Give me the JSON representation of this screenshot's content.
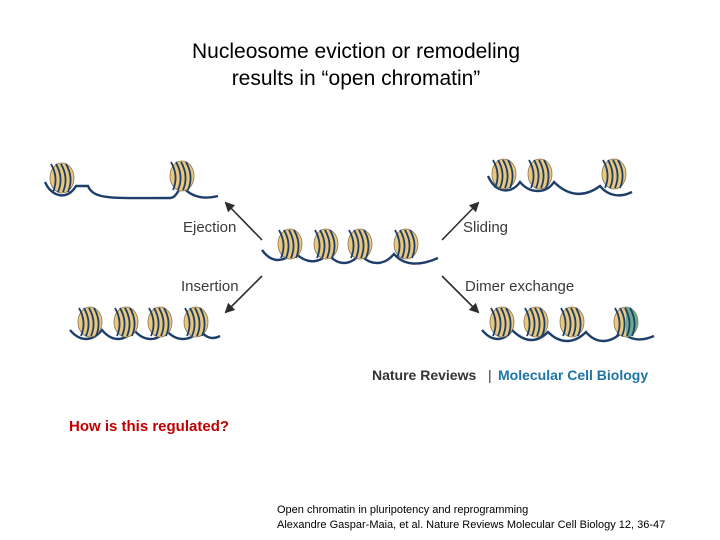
{
  "title": {
    "line1": "Nucleosome eviction or remodeling",
    "line2": "results in “open chromatin”"
  },
  "diagram": {
    "labels": {
      "ejection": "Ejection",
      "insertion": "Insertion",
      "sliding": "Sliding",
      "dimer_exchange": "Dimer exchange"
    },
    "source": {
      "journal": "Nature Reviews",
      "separator": "|",
      "section": "Molecular Cell Biology"
    },
    "colors": {
      "dna": "#1f3f6b",
      "histone_core": "#e9c77d",
      "histone_exchanged": "#63a58f",
      "arrow": "#2d2d2d",
      "journal_accent": "#1c74a8"
    }
  },
  "question": "How is this regulated?",
  "citation": {
    "line1": "Open chromatin in pluripotency and reprogramming",
    "line2": "Alexandre Gaspar-Maia, et al. Nature Reviews Molecular Cell Biology 12, 36-47"
  }
}
